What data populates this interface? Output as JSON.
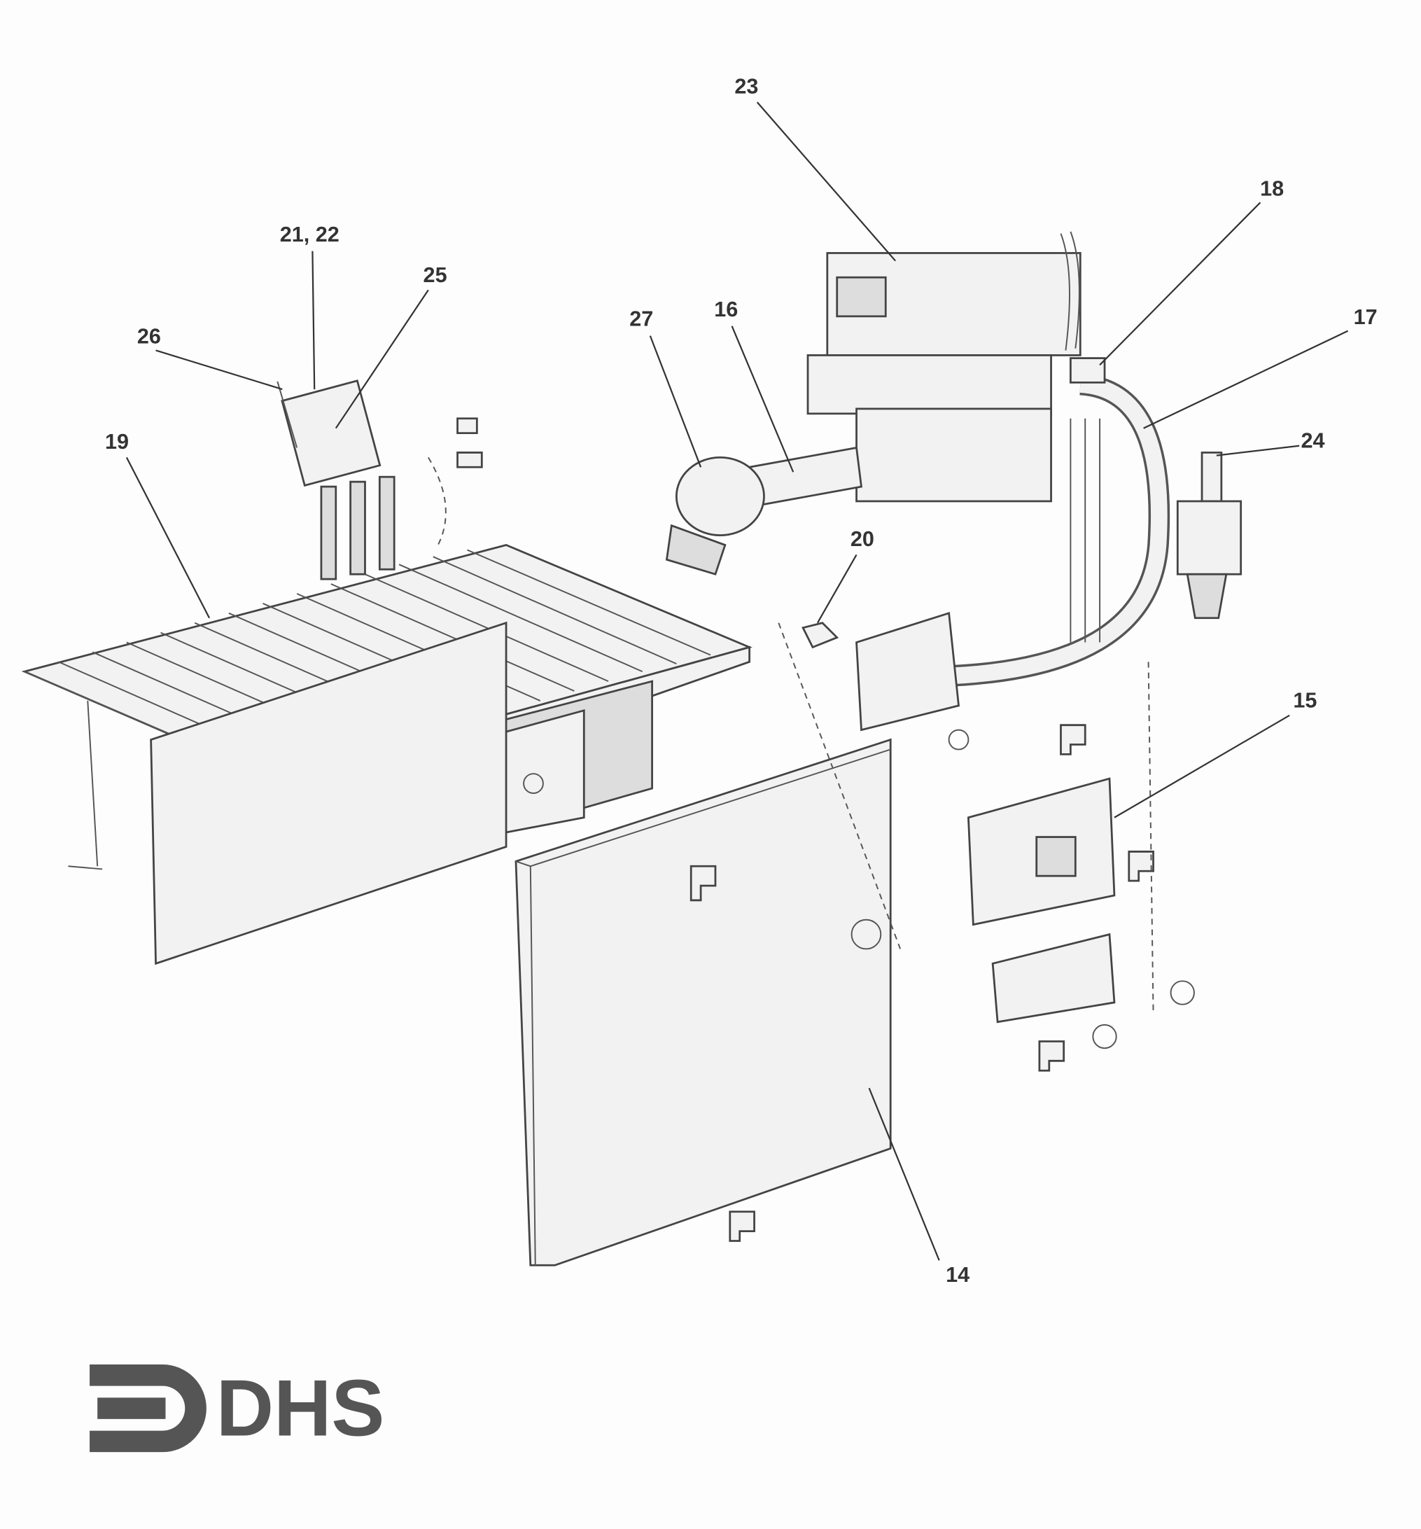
{
  "diagram": {
    "callouts": {
      "c14": "14",
      "c15": "15",
      "c16": "16",
      "c17": "17",
      "c18": "18",
      "c19": "19",
      "c20": "20",
      "c21_22": "21, 22",
      "c23": "23",
      "c24": "24",
      "c25": "25",
      "c26": "26",
      "c27": "27"
    },
    "logo": {
      "text": "DHS"
    }
  }
}
